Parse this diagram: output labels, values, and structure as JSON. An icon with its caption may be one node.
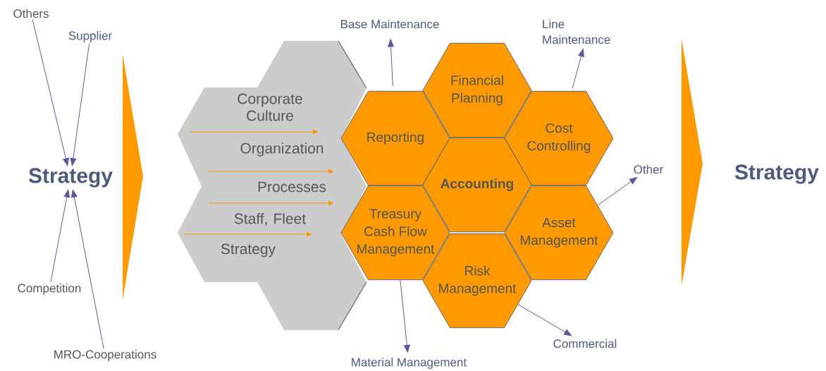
{
  "diagram": {
    "nodes": [
      {
        "text": [
          "Others"
        ]
      },
      {
        "text": [
          "Supplier"
        ]
      },
      {
        "text": [
          "Strategy"
        ]
      },
      {
        "text": [
          "Competition"
        ]
      },
      {
        "text": [
          "MRO-Cooperations"
        ]
      },
      {
        "text": [
          "Corporate Culture",
          "Organization",
          "Processes",
          "Staff, Fleet",
          "Strategy"
        ]
      },
      {
        "text": [
          "Financial Planning"
        ]
      },
      {
        "text": [
          "Reporting"
        ]
      },
      {
        "text": [
          "Cost Controlling"
        ]
      },
      {
        "text": [
          "Accounting"
        ]
      },
      {
        "text": [
          "Treasury Cash Flow Management"
        ]
      },
      {
        "text": [
          "Asset Management"
        ]
      },
      {
        "text": [
          "Risk Management"
        ]
      },
      {
        "text": [
          "Base Maintenance"
        ]
      },
      {
        "text": [
          "Line Maintenance"
        ]
      },
      {
        "text": [
          "Other"
        ]
      },
      {
        "text": [
          "Commercial"
        ]
      },
      {
        "text": [
          "Material Management"
        ]
      },
      {
        "text": [
          "Strategy"
        ]
      }
    ],
    "edges": [
      {
        "from": 0,
        "to": 2,
        "arrow": "to"
      },
      {
        "from": 1,
        "to": 2,
        "arrow": "to"
      },
      {
        "from": 3,
        "to": 2,
        "arrow": "to"
      },
      {
        "from": 4,
        "to": 2,
        "arrow": "to"
      },
      {
        "from": 7,
        "to": 13,
        "arrow": "to"
      },
      {
        "from": 8,
        "to": 14,
        "arrow": "to"
      },
      {
        "from": 11,
        "to": 15,
        "arrow": "to"
      },
      {
        "from": 12,
        "to": 16,
        "arrow": "to"
      },
      {
        "from": 10,
        "to": 17,
        "arrow": "to"
      }
    ]
  }
}
